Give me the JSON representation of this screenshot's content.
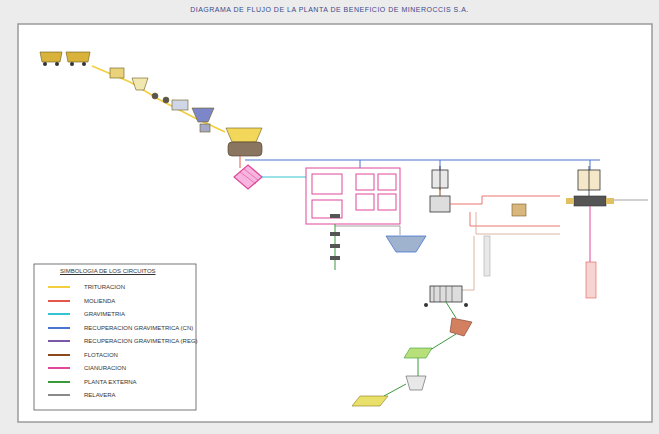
{
  "diagram": {
    "title": "DIAGRAMA DE FLUJO DE LA PLANTA DE BENEFICIO DE MINEROCCIS S.A.",
    "labels": [
      "SIMBOLOGIA DE LOS CIRCUITOS"
    ],
    "legend": [
      {
        "text": "TRITURACION",
        "color": "#f2cf3f"
      },
      {
        "text": "MOLIENDA",
        "color": "#e4574a"
      },
      {
        "text": "GRAVIMETRIA",
        "color": "#36c3d4"
      },
      {
        "text": "RECUPERACION GRAVIMETRICA (CN)",
        "color": "#4a74d0"
      },
      {
        "text": "RECUPERACION GRAVIMETRICA (REG)",
        "color": "#7a5aa6"
      },
      {
        "text": "FLOTACION",
        "color": "#8b4a1e"
      },
      {
        "text": "CIANURACION",
        "color": "#e0489a"
      },
      {
        "text": "PLANTA EXTERNA",
        "color": "#3a9a3a"
      },
      {
        "text": "RELAVERA",
        "color": "#8a8a8a"
      }
    ]
  }
}
